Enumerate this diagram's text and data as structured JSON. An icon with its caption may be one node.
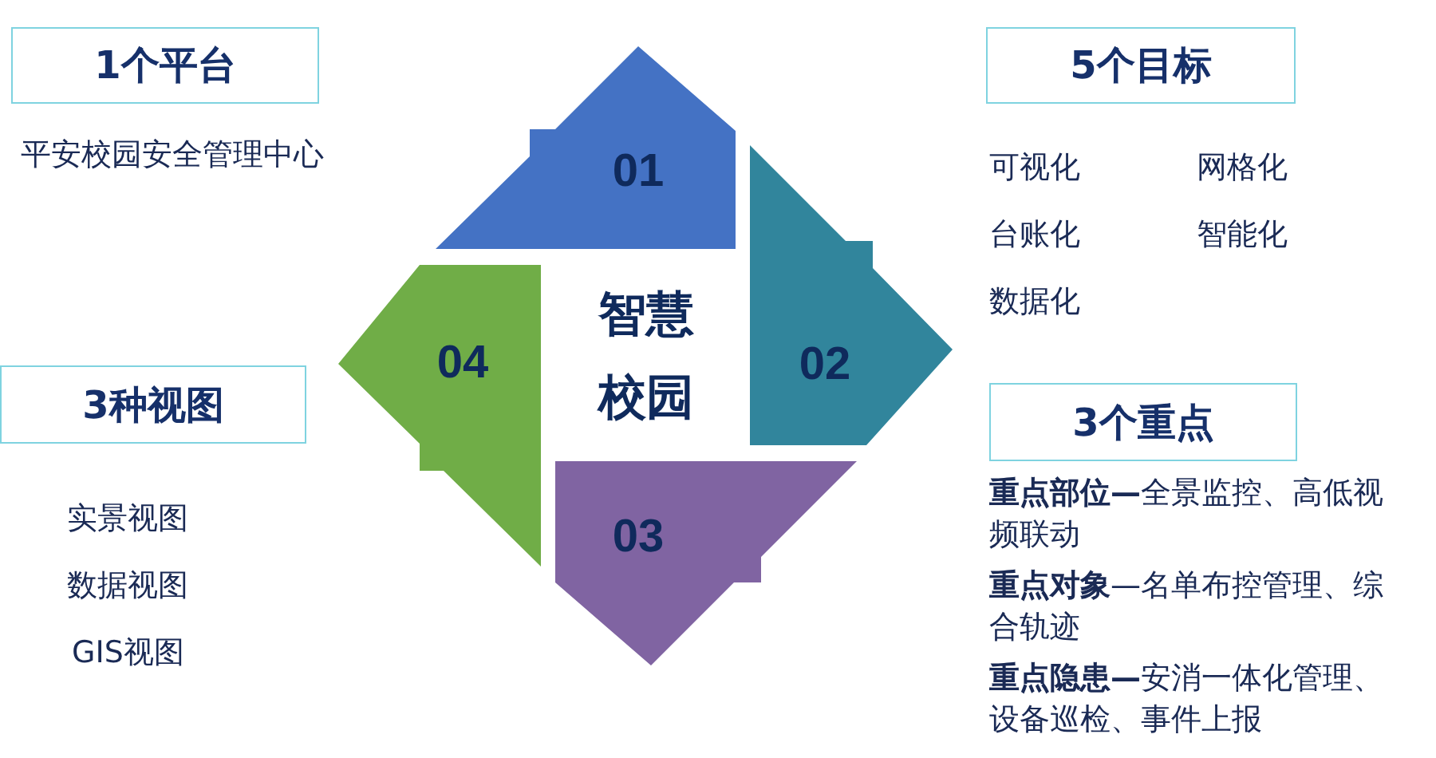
{
  "diagram": {
    "nodes": [
      {
        "text": [
          "1个平台"
        ]
      },
      {
        "text": [
          "5个目标"
        ]
      },
      {
        "text": [
          "3种视图"
        ]
      },
      {
        "text": [
          "3个重点"
        ]
      },
      {
        "text": [
          "01"
        ]
      },
      {
        "text": [
          "02"
        ]
      },
      {
        "text": [
          "03"
        ]
      },
      {
        "text": [
          "04"
        ]
      },
      {
        "text": [
          "智慧校园"
        ]
      }
    ],
    "edges": [],
    "labels": [
      "平安校园安全管理中心",
      "可视化",
      "网格化",
      "台账化",
      "智能化",
      "数据化",
      "实景视图",
      "数据视图",
      "GIS视图",
      "**重点部位—**全景监控、高低视频联动",
      "**重点对象**—名单布控管理、综合轨迹",
      "**重点隐患—**安消一体化管理、设备巡检、事件上报"
    ]
  }
}
